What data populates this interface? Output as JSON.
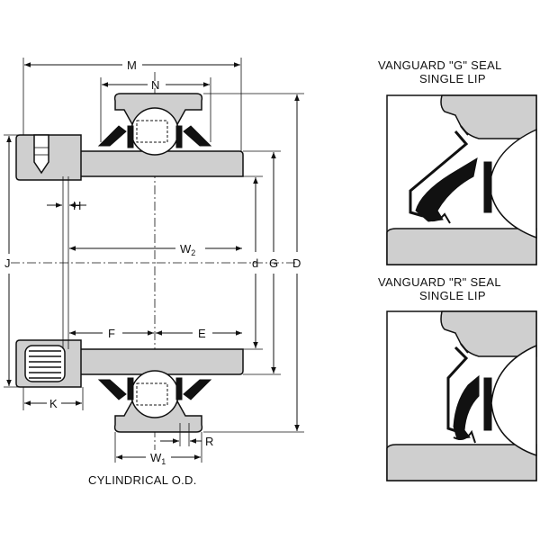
{
  "labels": {
    "M": "M",
    "N": "N",
    "H": "H",
    "W2": "W",
    "W2_sub": "2",
    "d": "d",
    "G": "G",
    "D": "D",
    "J": "J",
    "F": "F",
    "E": "E",
    "K": "K",
    "R": "R",
    "W1": "W",
    "W1_sub": "1"
  },
  "captions": {
    "main": "CYLINDRICAL O.D.",
    "g_seal_line1": "VANGUARD  \"G\" SEAL",
    "g_seal_line2": "SINGLE LIP",
    "r_seal_line1": "VANGUARD  \"R\" SEAL",
    "r_seal_line2": "SINGLE LIP"
  }
}
